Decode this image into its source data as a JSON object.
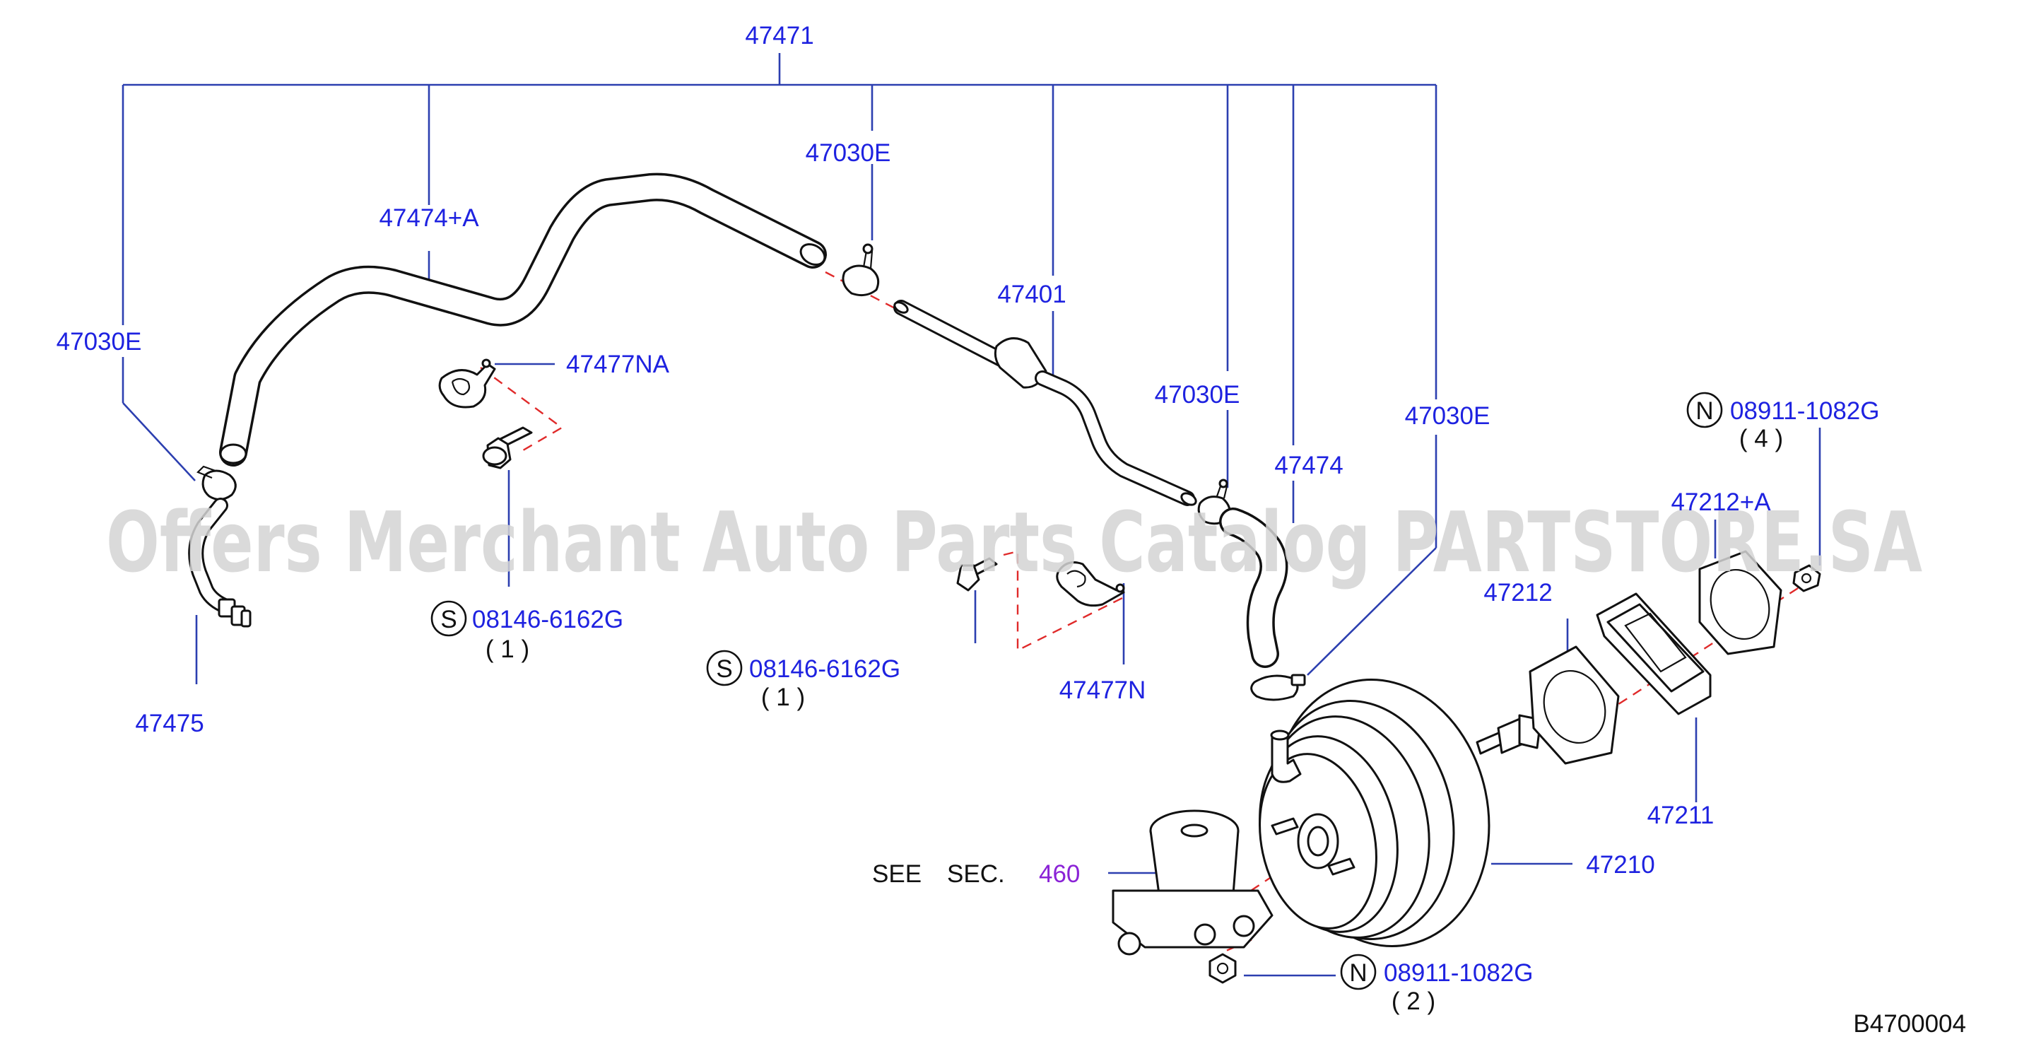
{
  "watermark": "Offers Merchant Auto Parts Catalog PARTSTORE.SA",
  "labels": {
    "p47471": "47471",
    "p47474a": "47474+A",
    "p47030e_left": "47030E",
    "p47030e_top": "47030E",
    "p47401": "47401",
    "p47477na": "47477NA",
    "p47030e_mid": "47030E",
    "p47474": "47474",
    "p47030e_right": "47030E",
    "p47475": "47475",
    "p47477n": "47477N",
    "s_bolt_1": "08146-6162G",
    "s_bolt_1_qty": "( 1 )",
    "s_bolt_2": "08146-6162G",
    "s_bolt_2_qty": "( 1 )",
    "n_nut_top": "08911-1082G",
    "n_nut_top_qty": "( 4 )",
    "n_nut_bottom": "08911-1082G",
    "n_nut_bottom_qty": "( 2 )",
    "p47212a": "47212+A",
    "p47212": "47212",
    "p47211": "47211",
    "p47210": "47210",
    "see": "SEE",
    "sec": "SEC.",
    "sec_num": "460",
    "diagram_code": "B4700004"
  },
  "markers": {
    "s": "S",
    "n": "N"
  }
}
